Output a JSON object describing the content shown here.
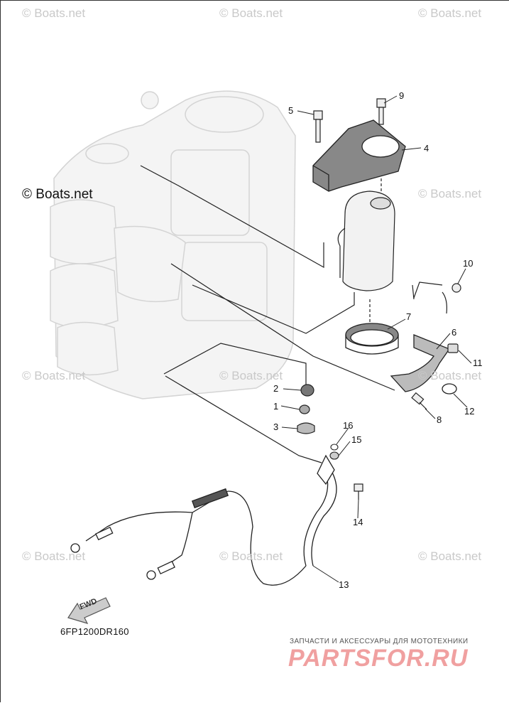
{
  "watermarks": {
    "top_left": "© Boats.net",
    "top_center": "© Boats.net",
    "top_right": "© Boats.net",
    "main": "© Boats.net",
    "mid_right": "© Boats.net",
    "mid_left": "© Boats.net",
    "mid_center": "© Boats.net",
    "mid_right2": "© Boats.net",
    "low_left": "© Boats.net",
    "low_center": "© Boats.net",
    "low_right": "© Boats.net"
  },
  "callouts": [
    "1",
    "2",
    "3",
    "4",
    "5",
    "6",
    "7",
    "8",
    "9",
    "10",
    "11",
    "12",
    "13",
    "14",
    "15",
    "16"
  ],
  "diagram_code": "6FP1200DR160",
  "fwd_label": "FWD",
  "brand": {
    "tagline": "ЗАПЧАСТИ И АКСЕССУАРЫ ДЛЯ МОТОТЕХНИКИ",
    "logo_text": "PARTSFOR.RU"
  },
  "colors": {
    "line": "#222222",
    "engine_ghost": "#d6d6d6",
    "watermark": "#c9c9c9",
    "brand": "#f0a0a0"
  }
}
